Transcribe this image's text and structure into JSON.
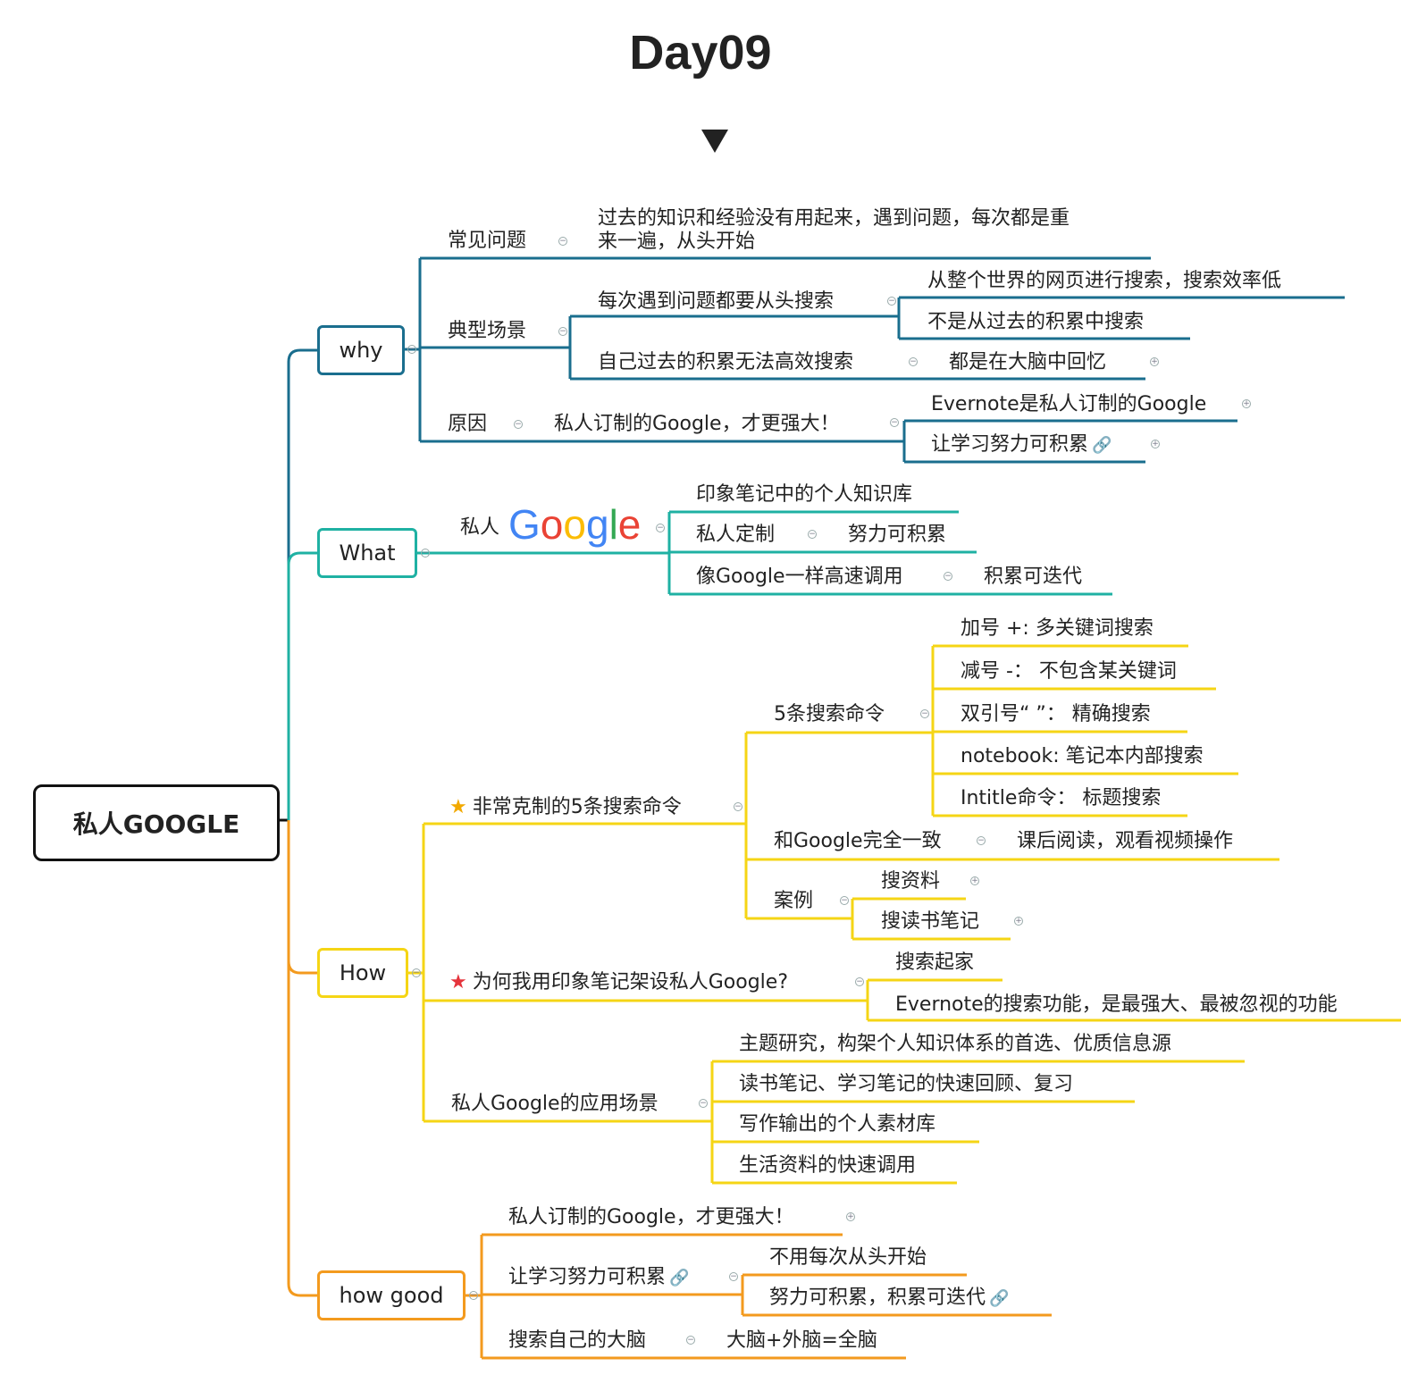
{
  "title": "Day09",
  "colors": {
    "why": "#1a6e8e",
    "what": "#1fb1a3",
    "how": "#f5d515",
    "howgood": "#f39a1e",
    "root": "#111111"
  },
  "root": "私人GOOGLE",
  "why": {
    "label": "why",
    "common_label": "常见问题",
    "common_text_1": "过去的知识和经验没有用起来，遇到问题，每次都是重",
    "common_text_2": "来一遍，从头开始",
    "scene_label": "典型场景",
    "scene_a": "每次遇到问题都要从头搜索",
    "scene_a_1": "从整个世界的网页进行搜索，搜索效率低",
    "scene_a_2": "不是从过去的积累中搜索",
    "scene_b": "自己过去的积累无法高效搜索",
    "scene_b_1": "都是在大脑中回忆",
    "reason_label": "原因",
    "reason_text": "私人订制的Google，才更强大！",
    "reason_1": "Evernote是私人订制的Google",
    "reason_2": "让学习努力可积累"
  },
  "what": {
    "label": "What",
    "prefix": "私人",
    "google_letters": [
      "G",
      "o",
      "o",
      "g",
      "l",
      "e"
    ],
    "google_colors": [
      "#4285F4",
      "#EA4335",
      "#FBBC05",
      "#4285F4",
      "#34A853",
      "#EA4335"
    ],
    "item_1": "印象笔记中的个人知识库",
    "item_2": "私人定制",
    "item_2_1": "努力可积累",
    "item_3": "像Google一样高速调用",
    "item_3_1": "积累可迭代"
  },
  "how": {
    "label": "How",
    "cmd_label": "非常克制的5条搜索命令",
    "cmd5_label": "5条搜索命令",
    "cmd_1": "加号 +: 多关键词搜索",
    "cmd_2": "减号 -：  不包含某关键词",
    "cmd_3": "双引号“ ”：  精确搜索",
    "cmd_4": "notebook: 笔记本内部搜索",
    "cmd_5": "Intitle命令：  标题搜索",
    "same_label": "和Google完全一致",
    "same_text": "课后阅读，观看视频操作",
    "case_label": "案例",
    "case_1": "搜资料",
    "case_2": "搜读书笔记",
    "why_label": "为何我用印象笔记架设私人Google?",
    "why_1": "搜索起家",
    "why_2": "Evernote的搜索功能，是最强大、最被忽视的功能",
    "scene_label": "私人Google的应用场景",
    "scene_1": "主题研究，构架个人知识体系的首选、优质信息源",
    "scene_2": "读书笔记、学习笔记的快速回顾、复习",
    "scene_3": "写作输出的个人素材库",
    "scene_4": "生活资料的快速调用"
  },
  "howgood": {
    "label": "how good",
    "item_1": "私人订制的Google，才更强大！",
    "item_2": "让学习努力可积累",
    "item_2_1": "不用每次从头开始",
    "item_2_2": "努力可积累，积累可迭代",
    "item_3": "搜索自己的大脑",
    "item_3_1": "大脑+外脑=全脑"
  }
}
